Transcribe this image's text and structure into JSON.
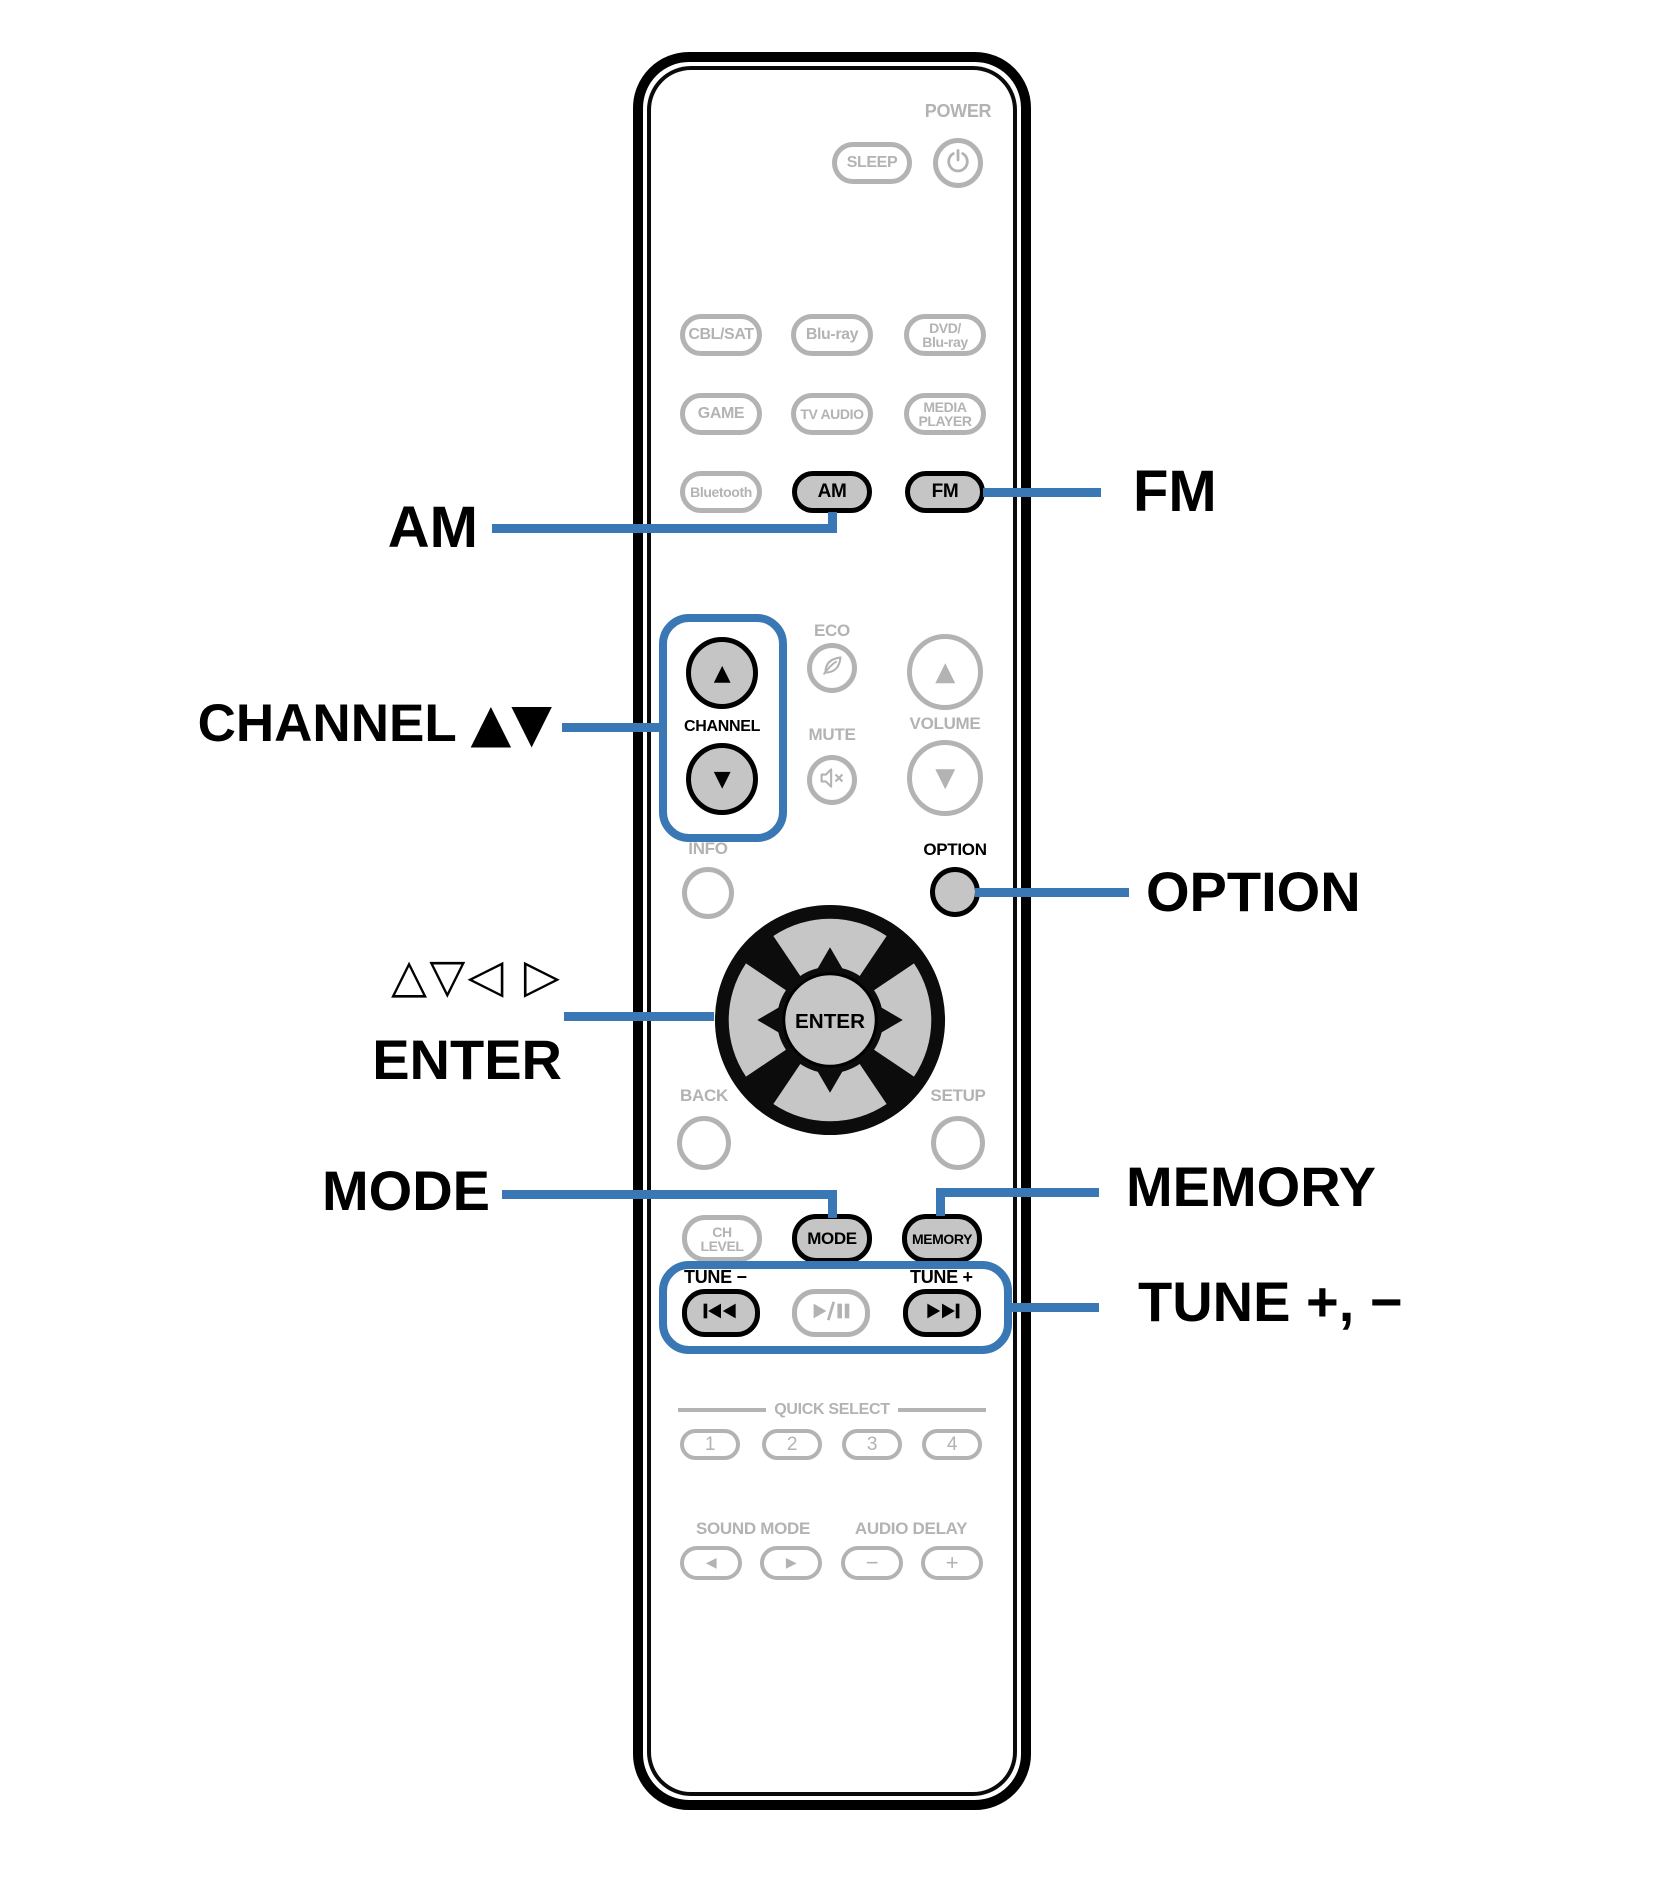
{
  "accent_blue": "#3a77b5",
  "callouts": {
    "am": "AM",
    "fm": "FM",
    "channel": "CHANNEL ",
    "channel_arrows": "▲▼",
    "cursor_arrows": "△▽◁ ▷",
    "enter": "ENTER",
    "option": "OPTION",
    "mode": "MODE",
    "memory": "MEMORY",
    "tune": "TUNE +, −"
  },
  "remote": {
    "power_label": "POWER",
    "sleep_label": "SLEEP",
    "sources": [
      {
        "line1": "CBL/SAT"
      },
      {
        "line1": "Blu-ray"
      },
      {
        "line1": "DVD/",
        "line2": "Blu-ray"
      },
      {
        "line1": "GAME"
      },
      {
        "line1": "TV AUDIO"
      },
      {
        "line1": "MEDIA",
        "line2": "PLAYER"
      },
      {
        "line1": "Bluetooth"
      }
    ],
    "am_label": "AM",
    "fm_label": "FM",
    "eco_label": "ECO",
    "channel_label": "CHANNEL",
    "volume_label": "VOLUME",
    "mute_label": "MUTE",
    "info_label": "INFO",
    "option_label": "OPTION",
    "enter_label": "ENTER",
    "back_label": "BACK",
    "setup_label": "SETUP",
    "ch_level": {
      "line1": "CH",
      "line2": "LEVEL"
    },
    "mode_label": "MODE",
    "memory_label": "MEMORY",
    "tune_minus_label": "TUNE −",
    "tune_plus_label": "TUNE +",
    "quick_select_label": "QUICK SELECT",
    "quick_select": [
      "1",
      "2",
      "3",
      "4"
    ],
    "sound_mode_label": "SOUND MODE",
    "audio_delay_label": "AUDIO DELAY",
    "glyph_up": "▲",
    "glyph_down": "▼",
    "glyph_left": "◀",
    "glyph_right": "▶",
    "glyph_minus": "−",
    "glyph_plus": "+"
  }
}
